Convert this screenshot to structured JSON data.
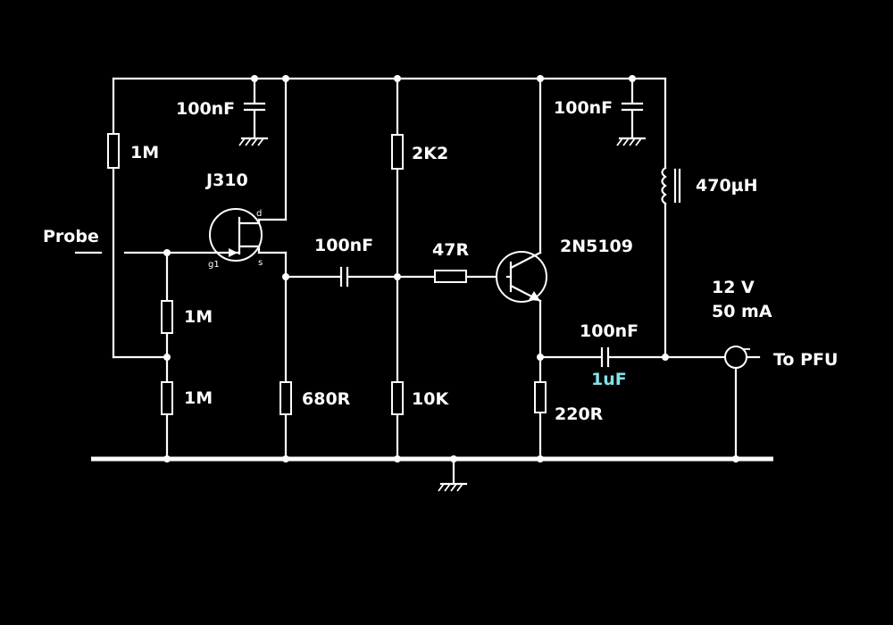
{
  "colors": {
    "background": "#000000",
    "wire": "#ffffff",
    "accent": "#7fe3ea"
  },
  "labels": {
    "c_fet_decouple": "100nF",
    "r_gate_bias": "1M",
    "fet_part": "J310",
    "probe": "Probe",
    "r_gate_mid": "1M",
    "r_gate_low": "1M",
    "pin_d": "d",
    "pin_g": "g1",
    "pin_s": "s",
    "r_source": "680R",
    "c_couple": "100nF",
    "r_base_top": "2K2",
    "r_base_bottom": "10K",
    "r_base_series": "47R",
    "bjt_part": "2N5109",
    "c_out_decouple": "100nF",
    "inductor": "470µH",
    "supply_voltage": "12 V",
    "supply_current": "50 mA",
    "c_output": "100nF",
    "c_output_alt": "1uF",
    "r_emitter": "220R",
    "output": "To PFU"
  }
}
